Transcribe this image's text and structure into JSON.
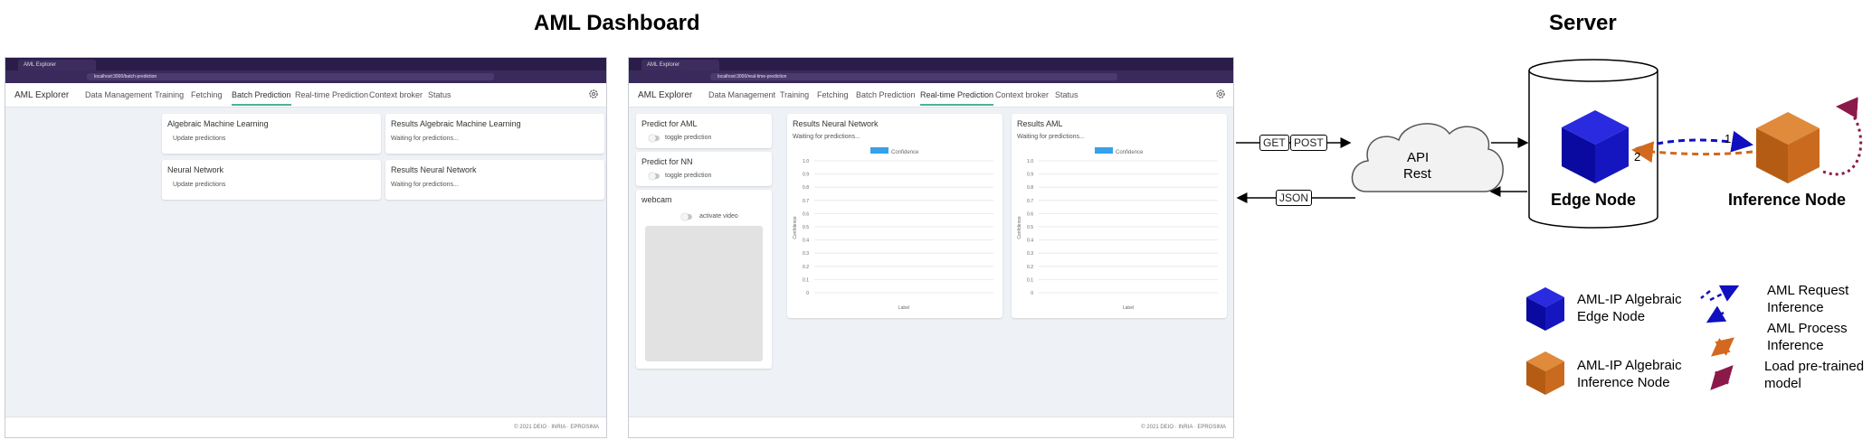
{
  "headings": {
    "dashboard": "AML Dashboard",
    "server": "Server"
  },
  "screenshot1": {
    "tab_title": "AML Explorer",
    "url": "localhost:3000/batch-prediction",
    "brand": "AML Explorer",
    "nav": [
      "Data Management",
      "Training",
      "Fetching",
      "Batch Prediction",
      "Real-time Prediction",
      "Context broker",
      "Status"
    ],
    "active_nav": "Batch Prediction",
    "cards": [
      {
        "title": "Algebraic Machine Learning",
        "sub": "Update predictions"
      },
      {
        "title": "Results Algebraic Machine Learning",
        "sub": "Waiting for predictions..."
      },
      {
        "title": "Neural Network",
        "sub": "Update predictions"
      },
      {
        "title": "Results Neural Network",
        "sub": "Waiting for predictions..."
      }
    ],
    "footer": "© 2021 DEIO · INRIA · EPROSIMA"
  },
  "screenshot2": {
    "tab_title": "AML Explorer",
    "url": "localhost:3000/real-time-prediction",
    "brand": "AML Explorer",
    "nav": [
      "Data Management",
      "Training",
      "Fetching",
      "Batch Prediction",
      "Real-time Prediction",
      "Context broker",
      "Status"
    ],
    "active_nav": "Real-time Prediction",
    "predict_aml": {
      "title": "Predict for AML",
      "toggle": "toggle prediction"
    },
    "predict_nn": {
      "title": "Predict for NN",
      "toggle": "toggle prediction"
    },
    "webcam": {
      "title": "webcam",
      "toggle": "activate video"
    },
    "results_nn": {
      "title": "Results Neural Network",
      "status": "Waiting for predictions..."
    },
    "results_aml": {
      "title": "Results AML",
      "status": "Waiting for predictions..."
    },
    "footer": "© 2021 DEIO · INRIA · EPROSIMA"
  },
  "chart_data": [
    {
      "type": "bar",
      "title": "",
      "legend": [
        "Confidence"
      ],
      "xlabel": "Label",
      "ylabel": "Confidence",
      "ylim": [
        0,
        1.0
      ],
      "y_ticks": [
        "1.0",
        "0.9",
        "0.8",
        "0.7",
        "0.6",
        "0.5",
        "0.4",
        "0.3",
        "0.2",
        "0.1",
        "0"
      ],
      "categories": [],
      "values": []
    },
    {
      "type": "bar",
      "title": "",
      "legend": [
        "Confidence"
      ],
      "xlabel": "Label",
      "ylabel": "Confidence",
      "ylim": [
        0,
        1.0
      ],
      "y_ticks": [
        "1.0",
        "0.9",
        "0.8",
        "0.7",
        "0.6",
        "0.5",
        "0.4",
        "0.3",
        "0.2",
        "0.1",
        "0"
      ],
      "categories": [],
      "values": []
    }
  ],
  "diagram": {
    "get": "GET",
    "post": "POST",
    "json": "JSON",
    "api_line1": "API",
    "api_line2": "Rest",
    "edge_node": "Edge Node",
    "inference_node": "Inference Node",
    "step1": "1",
    "step2": "2",
    "colors": {
      "edge": "#1010c0",
      "inference": "#d2691e",
      "load": "#8b1a4a"
    }
  },
  "legend": {
    "edge_line1": "AML-IP Algebraic",
    "edge_line2": "Edge Node",
    "inference_line1": "AML-IP Algebraic",
    "inference_line2": "Inference Node",
    "request_line1": "AML Request",
    "request_line2": "Inference",
    "process_line1": "AML Process",
    "process_line2": "Inference",
    "load_line1": "Load pre-trained",
    "load_line2": "model"
  }
}
